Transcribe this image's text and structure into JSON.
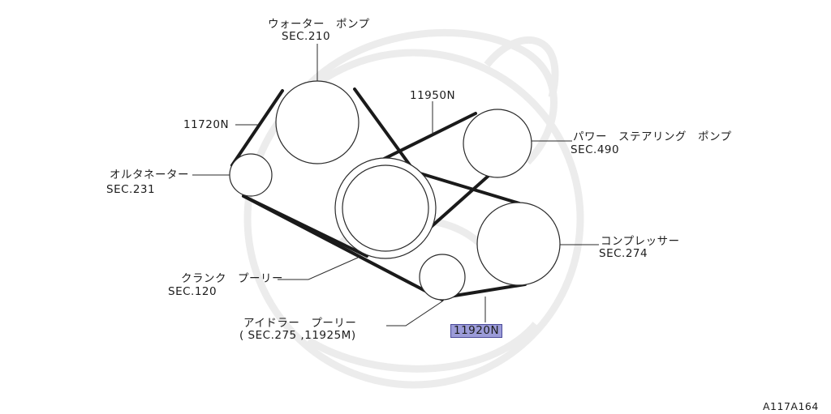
{
  "labels": {
    "water_pump_name": "ウォーター　ポンプ",
    "water_pump_sec": "SEC.210",
    "belt_11950n": "11950N",
    "belt_11720n": "11720N",
    "power_steering_name": "パワー　ステアリング　ポンプ",
    "power_steering_sec": "SEC.490",
    "alternator_name": "オルタネーター",
    "alternator_sec": "SEC.231",
    "compressor_name": "コンプレッサー",
    "compressor_sec": "SEC.274",
    "crank_pulley_name": "クランク　プーリー",
    "crank_pulley_sec": "SEC.120",
    "idler_pulley_name": "アイドラー　プーリー",
    "idler_pulley_sec": "( SEC.275 ,11925M)",
    "belt_11920n": "11920N",
    "figure_code": "A117A164"
  },
  "colors": {
    "highlight": "#9b9bd8",
    "belt": "#1a1a1a",
    "outline": "#2a2a2a",
    "watermark": "#ececec"
  }
}
